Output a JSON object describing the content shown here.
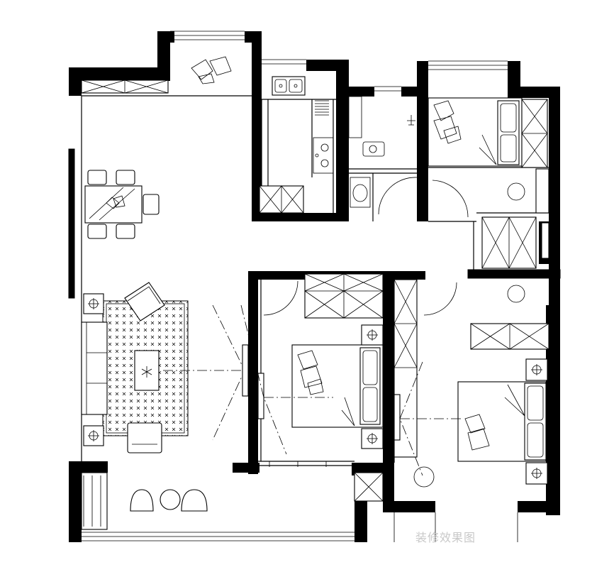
{
  "plan": {
    "rooms": [
      {
        "id": "balcony-top"
      },
      {
        "id": "kitchen"
      },
      {
        "id": "bathroom"
      },
      {
        "id": "bedroom-top-right"
      },
      {
        "id": "dining-area"
      },
      {
        "id": "living-room"
      },
      {
        "id": "bedroom-center"
      },
      {
        "id": "master-bedroom"
      },
      {
        "id": "balcony-bottom"
      }
    ],
    "colors": {
      "wall": "#000000",
      "line": "#000000",
      "background": "#ffffff"
    }
  },
  "watermark": {
    "text": "装修效果图"
  }
}
